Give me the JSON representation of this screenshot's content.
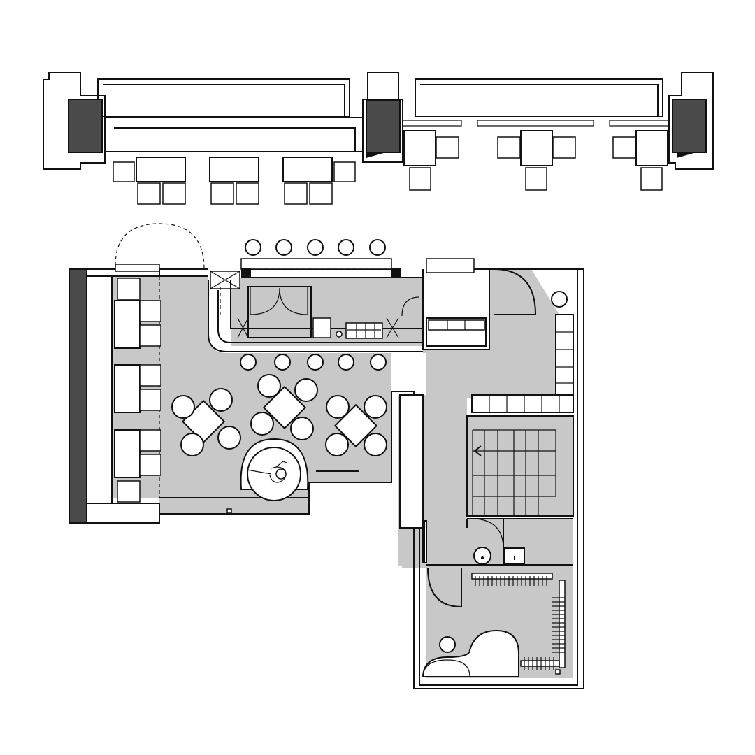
{
  "drawing": {
    "kind": "architectural floor plan",
    "style": "black line work on white, grey floor fill",
    "colors": {
      "line": "#111111",
      "floor": "#c8c8c8",
      "wall_solid": "#4a4a4a",
      "background": "#ffffff"
    }
  },
  "exterior": {
    "planter_modules": 3,
    "exterior_tables": 6
  },
  "interior": {
    "bar_stools_back": 5,
    "bar_stools_front": 5,
    "booth_tables": 3,
    "round_table_sets": 3
  }
}
